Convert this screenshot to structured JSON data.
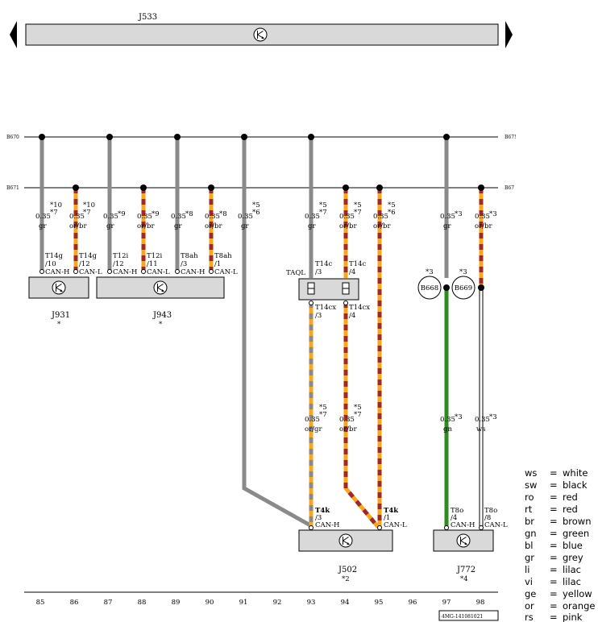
{
  "top_bus": {
    "label": "J533"
  },
  "buses": {
    "b670_left": "B670",
    "b670_right": "B67!",
    "b671_left": "B671",
    "b671_right": "B67"
  },
  "wire_labels": {
    "w85": [
      "*10",
      "*7",
      "0.35",
      "gr"
    ],
    "w86": [
      "*10",
      "*7",
      "0.35",
      "or/br"
    ],
    "w87": [
      "*9",
      "0.35",
      "gr"
    ],
    "w88": [
      "*9",
      "0.35",
      "or/br"
    ],
    "w89": [
      "*8",
      "0.35",
      "gr"
    ],
    "w90": [
      "*8",
      "0.35",
      "or/br"
    ],
    "w91": [
      "*5",
      "*6",
      "0.35",
      "gr"
    ],
    "w93": [
      "*5",
      "*7",
      "0.35",
      "gr"
    ],
    "w94": [
      "*5",
      "*7",
      "0.35",
      "or/br"
    ],
    "w95": [
      "*5",
      "*6",
      "0.35",
      "or/br"
    ],
    "w97": [
      "*3",
      "0.35",
      "gr"
    ],
    "w98": [
      "*3",
      "0.35",
      "or/br"
    ],
    "w93b": [
      "*5",
      "*7",
      "0.35",
      "or/gr"
    ],
    "w94b": [
      "*5",
      "*7",
      "0.35",
      "or/br"
    ],
    "w97b": [
      "*3",
      "0.35",
      "gn"
    ],
    "w98b": [
      "*3",
      "0.35",
      "ws"
    ]
  },
  "pins": {
    "p85": [
      "T14g",
      "/10",
      "CAN-H"
    ],
    "p86": [
      "T14g",
      "/12",
      "CAN-L"
    ],
    "p87": [
      "T12i",
      "/12",
      "CAN-H"
    ],
    "p88": [
      "T12i",
      "/11",
      "CAN-L"
    ],
    "p89": [
      "T8ah",
      "/3",
      "CAN-H"
    ],
    "p90": [
      "T8ah",
      "/1",
      "CAN-L"
    ],
    "p93a": [
      "T14c",
      "/3"
    ],
    "p94a": [
      "T14c",
      "/4"
    ],
    "p93b": [
      "T14cx",
      "/3"
    ],
    "p94b": [
      "T14cx",
      "/4"
    ],
    "p93c": [
      "T4k",
      "/3",
      "CAN-H"
    ],
    "p95c": [
      "T4k",
      "/1",
      "CAN-L"
    ],
    "p97c": [
      "T8o",
      "/4",
      "CAN-H"
    ],
    "p98c": [
      "T8o",
      "/8",
      "CAN-L"
    ]
  },
  "components": {
    "j931": {
      "label": "J931",
      "note": "*"
    },
    "j943": {
      "label": "J943",
      "note": "*"
    },
    "taql": {
      "label": "TAQL"
    },
    "j502": {
      "label": "J502",
      "note": "*2"
    },
    "j772": {
      "label": "J772",
      "note": "*4"
    },
    "b668": {
      "label": "B668",
      "note": "*3"
    },
    "b669": {
      "label": "B669",
      "note": "*3"
    }
  },
  "tracks": [
    "85",
    "86",
    "87",
    "88",
    "89",
    "90",
    "91",
    "92",
    "93",
    "94",
    "95",
    "96",
    "97",
    "98"
  ],
  "doc_id": "4MG-141081021",
  "legend": [
    [
      "ws",
      "=",
      "white"
    ],
    [
      "sw",
      "=",
      "black"
    ],
    [
      "ro",
      "=",
      "red"
    ],
    [
      "rt",
      "=",
      "red"
    ],
    [
      "br",
      "=",
      "brown"
    ],
    [
      "gn",
      "=",
      "green"
    ],
    [
      "bl",
      "=",
      "blue"
    ],
    [
      "gr",
      "=",
      "grey"
    ],
    [
      "li",
      "=",
      "lilac"
    ],
    [
      "vi",
      "=",
      "lilac"
    ],
    [
      "ge",
      "=",
      "yellow"
    ],
    [
      "or",
      "=",
      "orange"
    ],
    [
      "rs",
      "=",
      "pink"
    ]
  ],
  "colors": {
    "grey_wire": "#8a8a8a",
    "orange": "#f5a623",
    "brown": "#a0282a",
    "green": "#2e8b1e",
    "box_fill": "#d9d9d9"
  }
}
